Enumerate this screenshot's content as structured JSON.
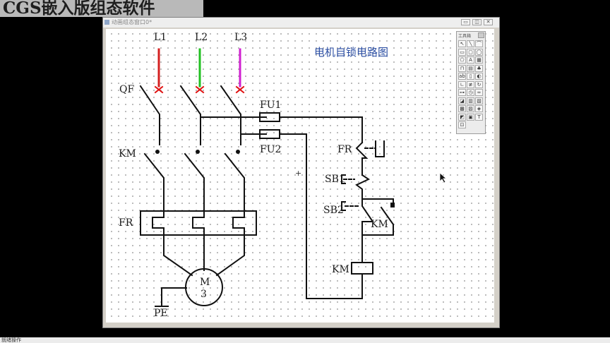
{
  "app": {
    "banner": "CGS嵌入版组态软件"
  },
  "window": {
    "title": "动画组态窗口0*",
    "minimize": "▭",
    "restore": "◫",
    "close": "✕"
  },
  "diagram": {
    "heading": "电机自锁电路图",
    "labels": {
      "l1": "L1",
      "l2": "L2",
      "l3": "L3",
      "qf": "QF",
      "km_main": "KM",
      "fr_main": "FR",
      "fu1": "FU1",
      "fu2": "FU2",
      "fr_ctrl": "FR",
      "sb1": "SB1",
      "sb2": "SB2",
      "km_aux": "KM",
      "km_coil": "KM",
      "motor_m": "M",
      "motor_3": "3",
      "pe": "PE"
    },
    "colors": {
      "l1": "#d42020",
      "l2": "#22c022",
      "l3": "#d020d0",
      "cross": "#e01010",
      "heading": "#2b4ea3"
    }
  },
  "toolbox": {
    "title": "工具箱",
    "tools": [
      {
        "name": "pointer-tool",
        "glyph": "↖"
      },
      {
        "name": "line-tool",
        "glyph": "╲"
      },
      {
        "name": "arc-tool",
        "glyph": "⌒"
      },
      {
        "name": "rectangle-tool",
        "glyph": "▭"
      },
      {
        "name": "rounded-rect-tool",
        "glyph": "▢"
      },
      {
        "name": "ellipse-tool",
        "glyph": "◯"
      },
      {
        "name": "polygon-tool",
        "glyph": "⬠"
      },
      {
        "name": "text-tool",
        "glyph": "A"
      },
      {
        "name": "bitmap-tool",
        "glyph": "▦"
      },
      {
        "name": "pipe-tool",
        "glyph": "⊓"
      },
      {
        "name": "frame-tool",
        "glyph": "▤"
      },
      {
        "name": "library-tool",
        "glyph": "♣"
      },
      {
        "name": "input-tool",
        "glyph": "ab"
      },
      {
        "name": "button-tool",
        "glyph": "▯"
      },
      {
        "name": "lamp-tool",
        "glyph": "◐"
      },
      {
        "name": "label-tool",
        "glyph": "∟"
      },
      {
        "name": "scale-tool",
        "glyph": "≢"
      },
      {
        "name": "rotate-tool",
        "glyph": "↻"
      },
      {
        "name": "slider-tool",
        "glyph": "⊶"
      },
      {
        "name": "clock-tool",
        "glyph": "◷"
      },
      {
        "name": "link-tool",
        "glyph": "∞"
      },
      {
        "name": "chart-tool",
        "glyph": "◪"
      },
      {
        "name": "table-tool",
        "glyph": "▥"
      },
      {
        "name": "report-tool",
        "glyph": "▧"
      },
      {
        "name": "grid-tool",
        "glyph": "▩"
      },
      {
        "name": "data-tool",
        "glyph": "▨"
      },
      {
        "name": "component-tool",
        "glyph": "◈"
      },
      {
        "name": "trend-tool",
        "glyph": "◩"
      },
      {
        "name": "calendar-tool",
        "glyph": "▣"
      },
      {
        "name": "font-tool",
        "glyph": "T"
      },
      {
        "name": "image-tool",
        "glyph": "⊡"
      }
    ]
  },
  "status": {
    "text": "就绪操作"
  }
}
